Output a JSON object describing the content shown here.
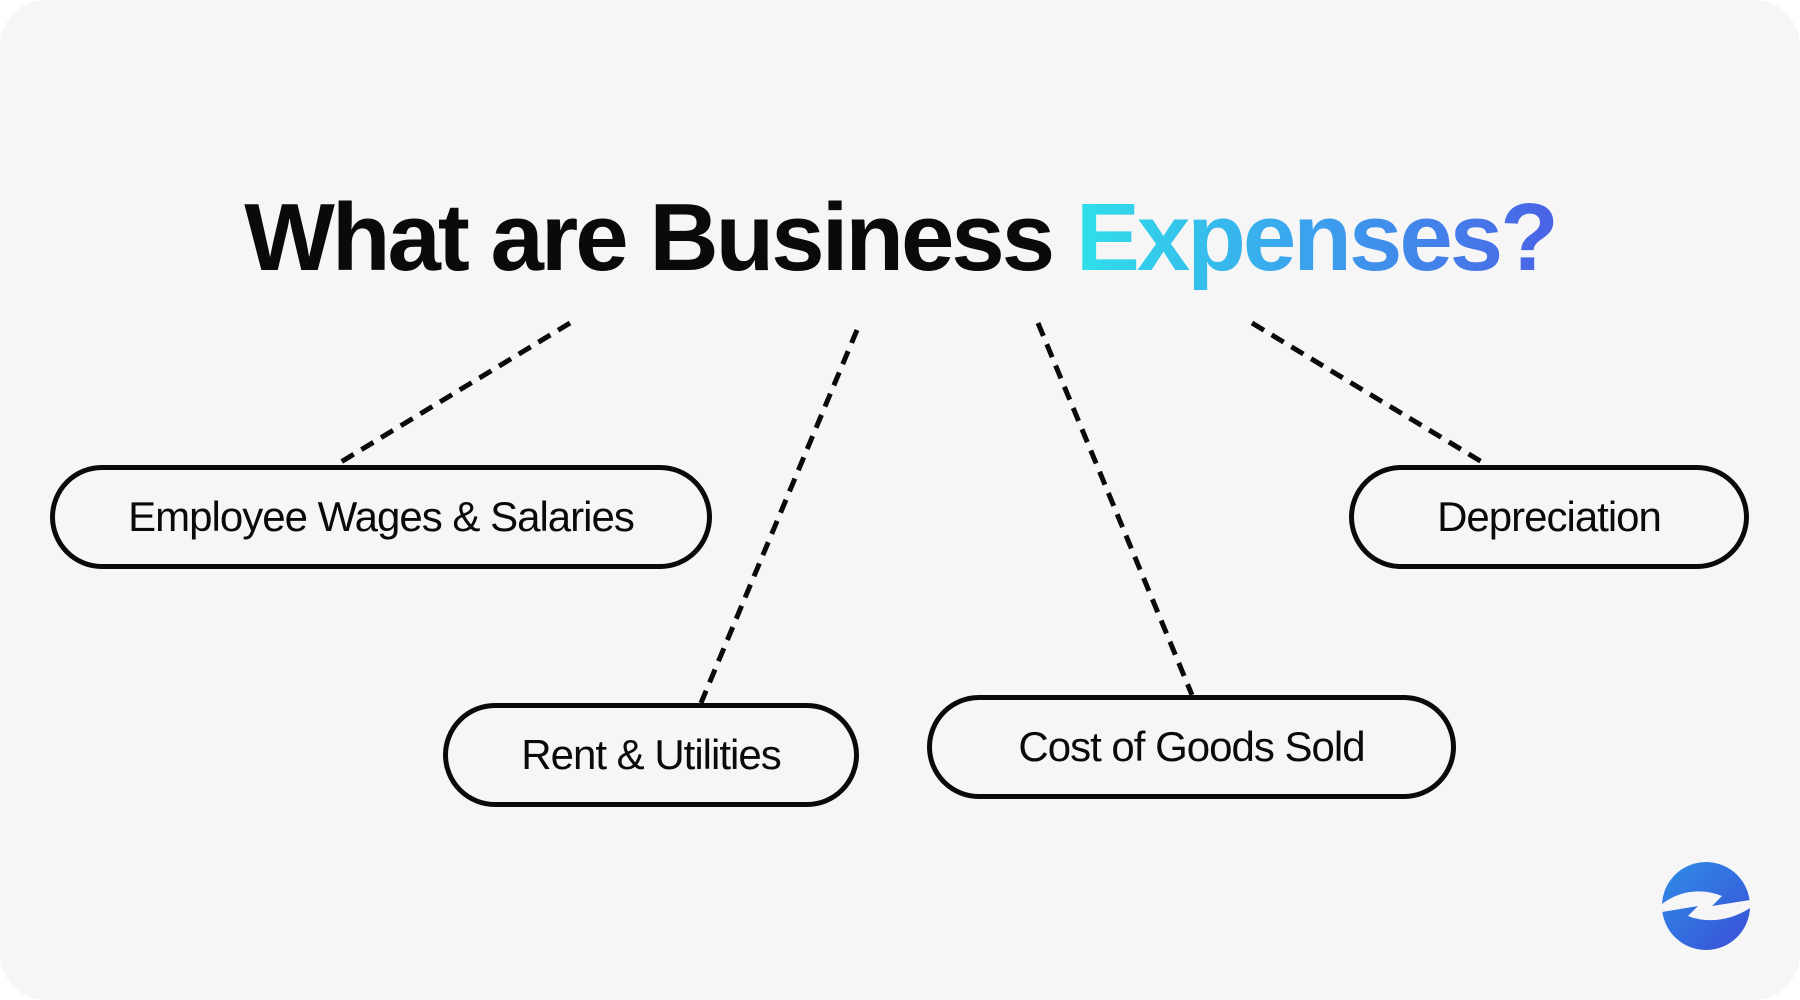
{
  "title": {
    "main": "What are Business ",
    "accent": "Expenses?"
  },
  "nodes": [
    {
      "label": "Employee Wages & Salaries"
    },
    {
      "label": "Rent & Utilities"
    },
    {
      "label": "Cost of Goods Sold"
    },
    {
      "label": "Depreciation"
    }
  ],
  "colors": {
    "background": "#f6f6f6",
    "text": "#0a0a0a",
    "accent_gradient": [
      "#2fe0ea",
      "#3aa6ee",
      "#4a62e6"
    ],
    "logo": "#3b5fe0"
  },
  "logo": {
    "icon": "brand-logo-icon"
  }
}
